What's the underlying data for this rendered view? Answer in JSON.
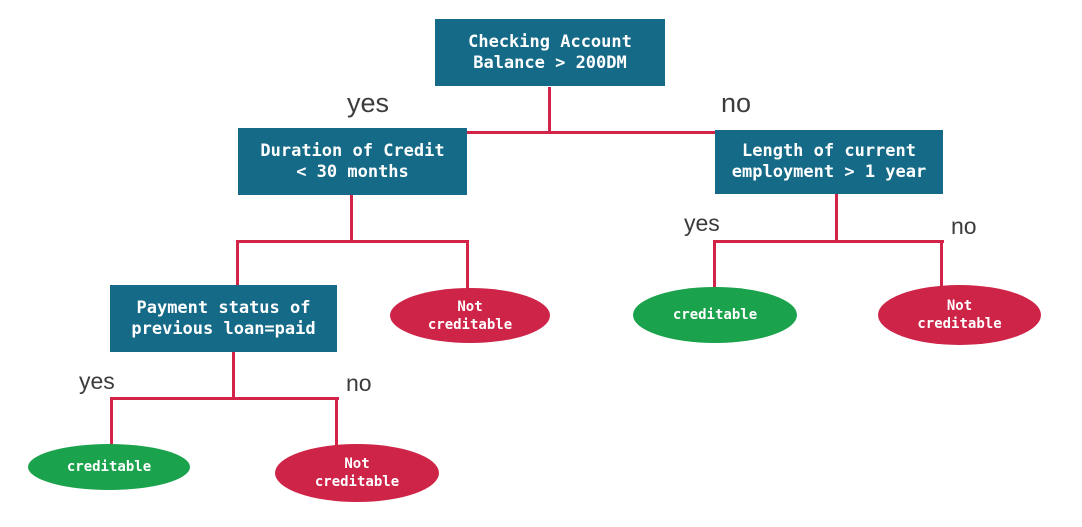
{
  "diagram": {
    "type": "decision-tree",
    "nodes": {
      "root": {
        "label": "Checking Account\nBalance > 200DM"
      },
      "duration": {
        "label": "Duration of Credit\n< 30 months"
      },
      "employment": {
        "label": "Length of current\nemployment > 1 year"
      },
      "payment": {
        "label": "Payment status of\nprevious loan=paid"
      },
      "duration_no": {
        "label": "Not\ncreditable",
        "outcome": "negative"
      },
      "payment_yes": {
        "label": "creditable",
        "outcome": "positive"
      },
      "payment_no": {
        "label": "Not\ncreditable",
        "outcome": "negative"
      },
      "employment_yes": {
        "label": "creditable",
        "outcome": "positive"
      },
      "employment_no": {
        "label": "Not\ncreditable",
        "outcome": "negative"
      }
    },
    "edge_labels": {
      "root_yes": "yes",
      "root_no": "no",
      "payment_yes": "yes",
      "payment_no": "no",
      "employment_yes": "yes",
      "employment_no": "no"
    },
    "colors": {
      "decision_node": "#156A87",
      "positive_leaf": "#1BA24C",
      "negative_leaf": "#CE2448",
      "edge": "#D22349",
      "node_text": "#FFFFFF",
      "edge_label": "#3C3C3C",
      "background": "#FFFFFF"
    }
  }
}
